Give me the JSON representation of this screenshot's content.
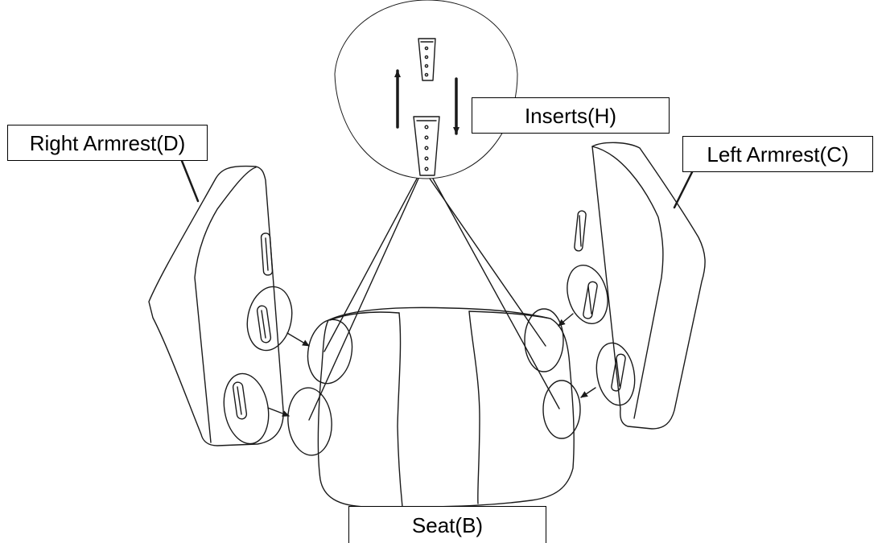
{
  "labels": {
    "right_armrest": "Right Armrest(D)",
    "left_armrest": "Left Armrest(C)",
    "inserts": "Inserts(H)",
    "seat": "Seat(B)"
  },
  "colors": {
    "line": "#1a1a1a",
    "background": "#ffffff"
  }
}
